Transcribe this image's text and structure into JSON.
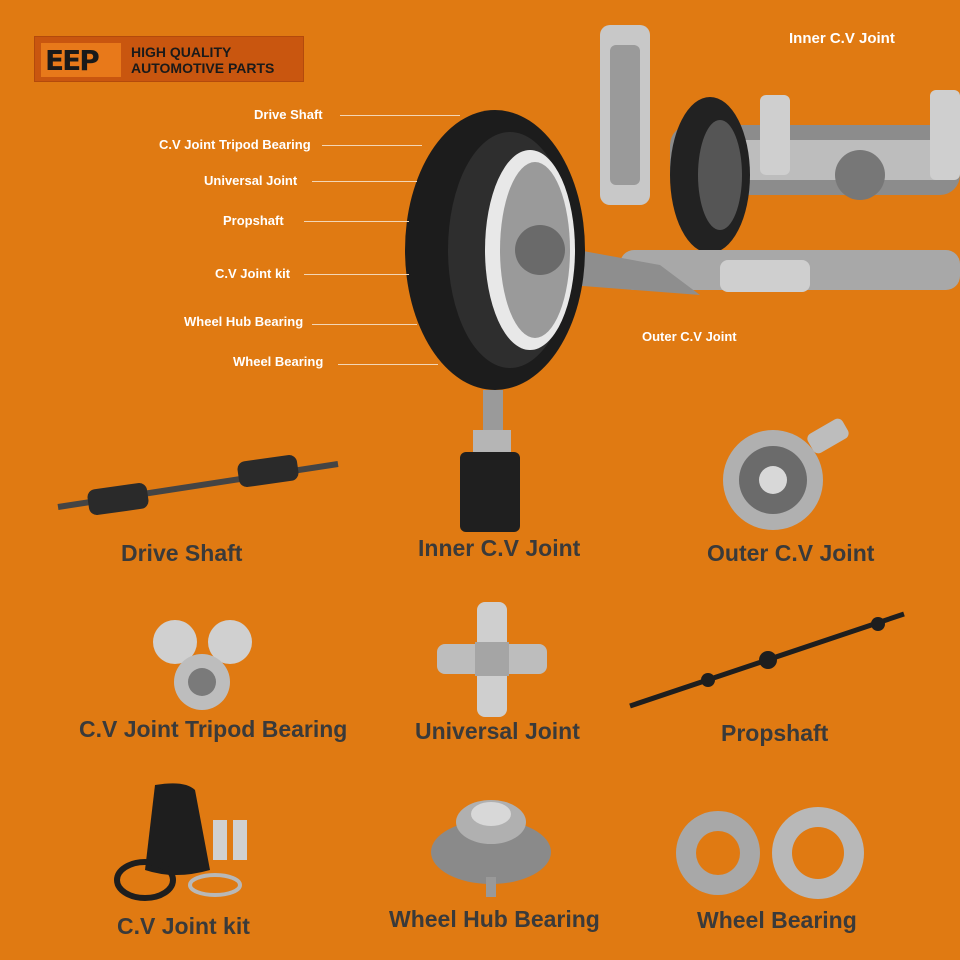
{
  "brand": {
    "logo_text": "EEP",
    "tagline_line1": "HIGH QUALITY",
    "tagline_line2": "AUTOMOTIVE PARTS"
  },
  "callouts": {
    "drive_shaft": "Drive Shaft",
    "cv_tripod": "C.V Joint Tripod Bearing",
    "universal": "Universal Joint",
    "propshaft": "Propshaft",
    "cv_kit": "C.V Joint kit",
    "hub_bearing": "Wheel Hub Bearing",
    "wheel_bearing": "Wheel Bearing",
    "inner_cv": "Inner C.V Joint",
    "outer_cv": "Outer C.V Joint"
  },
  "products": {
    "drive_shaft": "Drive Shaft",
    "inner_cv": "Inner C.V Joint",
    "outer_cv": "Outer C.V Joint",
    "cv_tripod": "C.V Joint Tripod Bearing",
    "universal": "Universal  Joint",
    "propshaft": "Propshaft",
    "cv_kit": "C.V Joint kit",
    "hub_bearing": "Wheel Hub Bearing",
    "wheel_bearing": "Wheel Bearing"
  },
  "colors": {
    "background": "#e07a12",
    "label_text": "#3a3a3a",
    "callout_text": "#ffffff"
  }
}
